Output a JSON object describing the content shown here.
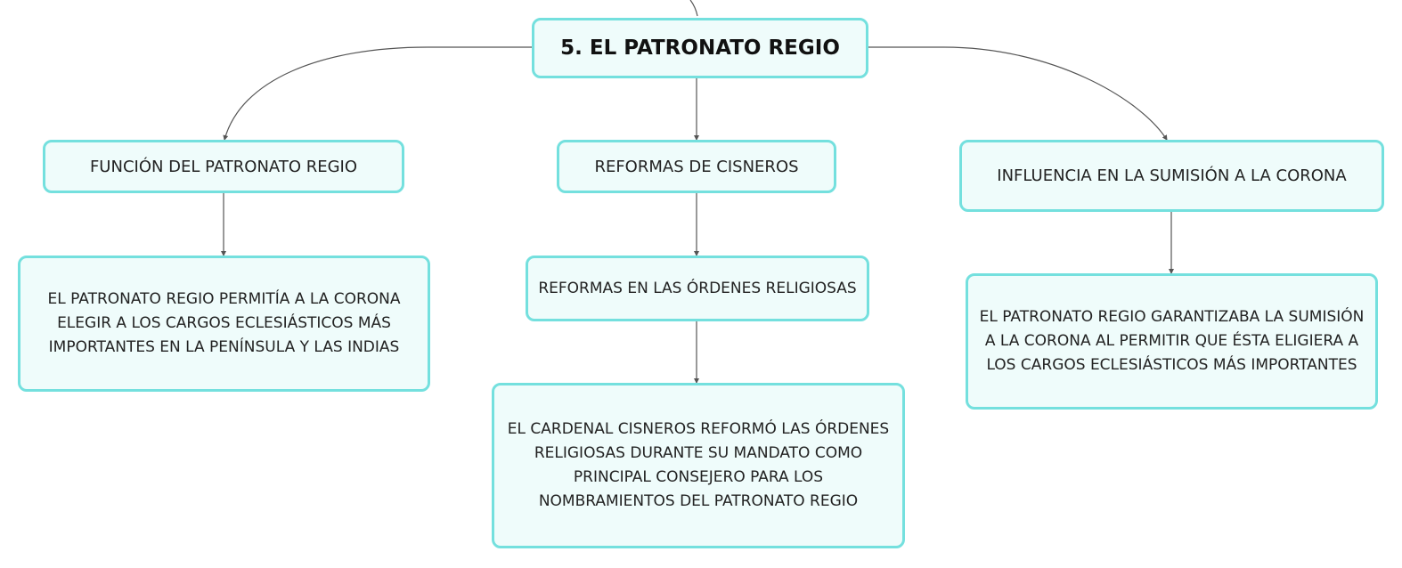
{
  "diagram": {
    "root": {
      "label": "5. EL PATRONATO REGIO"
    },
    "branches": [
      {
        "label": "FUNCIÓN DEL PATRONATO REGIO",
        "detail": "EL PATRONATO REGIO PERMITÍA A LA CORONA ELEGIR A LOS CARGOS ECLESIÁSTICOS MÁS IMPORTANTES EN LA PENÍNSULA Y LAS INDIAS"
      },
      {
        "label": "REFORMAS DE CISNEROS",
        "sub": "REFORMAS EN LAS ÓRDENES RELIGIOSAS",
        "detail": "EL CARDENAL CISNEROS REFORMÓ LAS ÓRDENES RELIGIOSAS DURANTE SU MANDATO COMO PRINCIPAL CONSEJERO PARA LOS NOMBRAMIENTOS DEL PATRONATO REGIO"
      },
      {
        "label": "INFLUENCIA EN LA SUMISIÓN A LA CORONA",
        "detail": "EL PATRONATO REGIO GARANTIZABA LA SUMISIÓN A LA CORONA AL PERMITIR QUE ÉSTA ELIGIERA A LOS CARGOS ECLESIÁSTICOS MÁS IMPORTANTES"
      }
    ]
  },
  "colors": {
    "node_border": "#74e0de",
    "node_fill": "#effcfb",
    "connector": "#555555",
    "text": "#222222"
  }
}
